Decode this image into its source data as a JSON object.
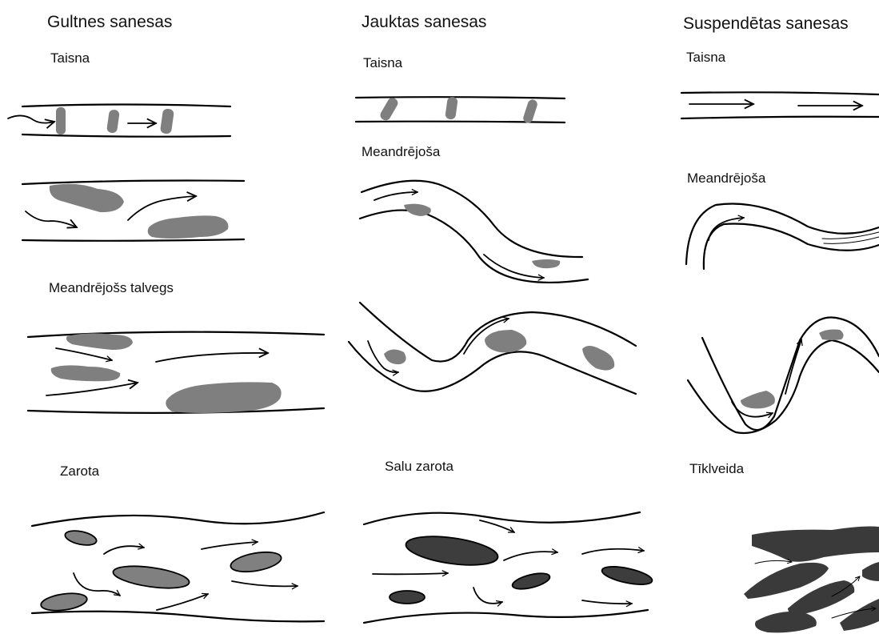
{
  "columns": {
    "bedload": {
      "title": "Gultnes sanesas",
      "straight": "Taisna",
      "meandering_thalweg": "Meandrējošs talvegs",
      "braided": "Zarota"
    },
    "mixed": {
      "title": "Jauktas sanesas",
      "straight": "Taisna",
      "meandering": "Meandrējoša",
      "island_braided": "Salu zarota"
    },
    "suspended": {
      "title": "Suspendētas sanesas",
      "straight": "Taisna",
      "meandering": "Meandrējoša",
      "anastomosing": "Tīklveida"
    }
  },
  "colors": {
    "line": "#000000",
    "sediment_bar": "#7f7f7f",
    "dark_bar": "#3d3d3d",
    "island": "#3a3a3a"
  }
}
